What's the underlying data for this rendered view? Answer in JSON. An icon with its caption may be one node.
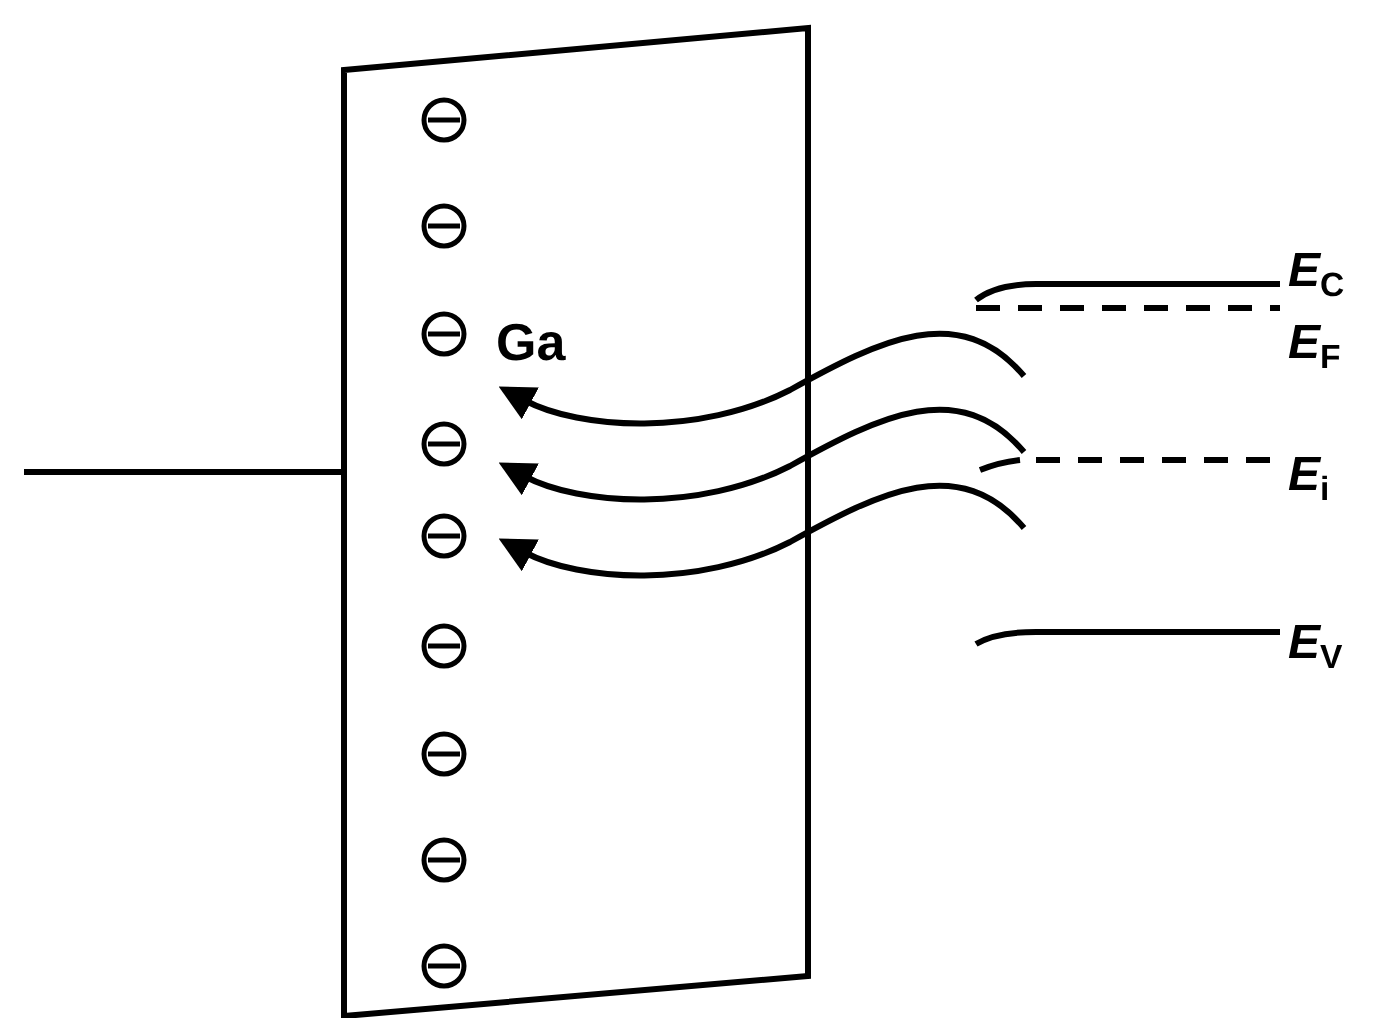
{
  "diagram": {
    "labels": [
      "Ga",
      "*E*$_{C}$",
      "*E*$_{F}$",
      "*E*$_{i}$",
      "*E*$_{V}$"
    ]
  }
}
